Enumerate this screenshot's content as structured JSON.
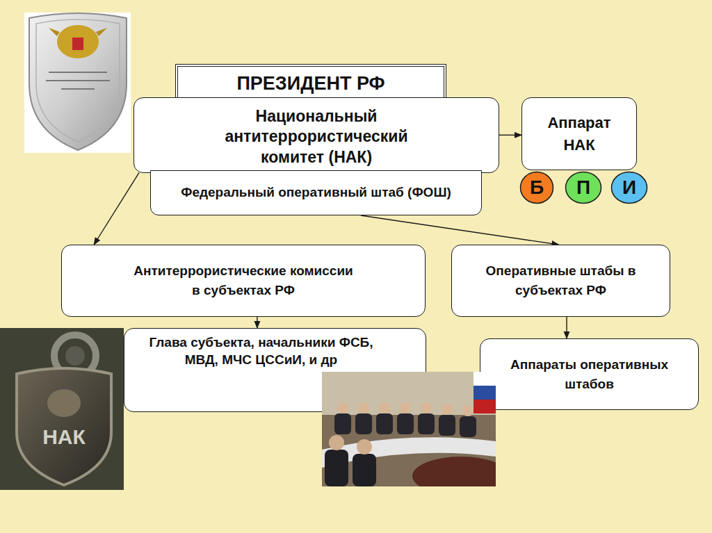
{
  "diagram": {
    "nodes": [
      {
        "text": [
          "ПРЕЗИДЕНТ РФ"
        ]
      },
      {
        "text": [
          "Национальный антитеррористический комитет (НАК)"
        ]
      },
      {
        "text": [
          "Федеральный оперативный штаб (ФОШ)"
        ]
      },
      {
        "text": [
          "Аппарат НАК"
        ]
      },
      {
        "text": [
          "Б"
        ]
      },
      {
        "text": [
          "П"
        ]
      },
      {
        "text": [
          "И"
        ]
      },
      {
        "text": [
          "Антитеррористические комиссии в субъектах РФ"
        ]
      },
      {
        "text": [
          "Оперативные штабы в субъектах РФ"
        ]
      },
      {
        "text": [
          "Глава субъекта, начальники ФСБ, МВД, МЧС ЦССиИ, и др"
        ]
      },
      {
        "text": [
          "Аппараты оперативных штабов"
        ]
      }
    ],
    "edges": [
      {
        "from": 1,
        "to": 3,
        "arrow": "to"
      },
      {
        "from": 1,
        "to": 7,
        "arrow": "to"
      },
      {
        "from": 2,
        "to": 8,
        "arrow": "to"
      },
      {
        "from": 7,
        "to": 9,
        "arrow": "to"
      },
      {
        "from": 8,
        "to": 10,
        "arrow": "to"
      }
    ],
    "labels": [
      "НАК"
    ]
  }
}
